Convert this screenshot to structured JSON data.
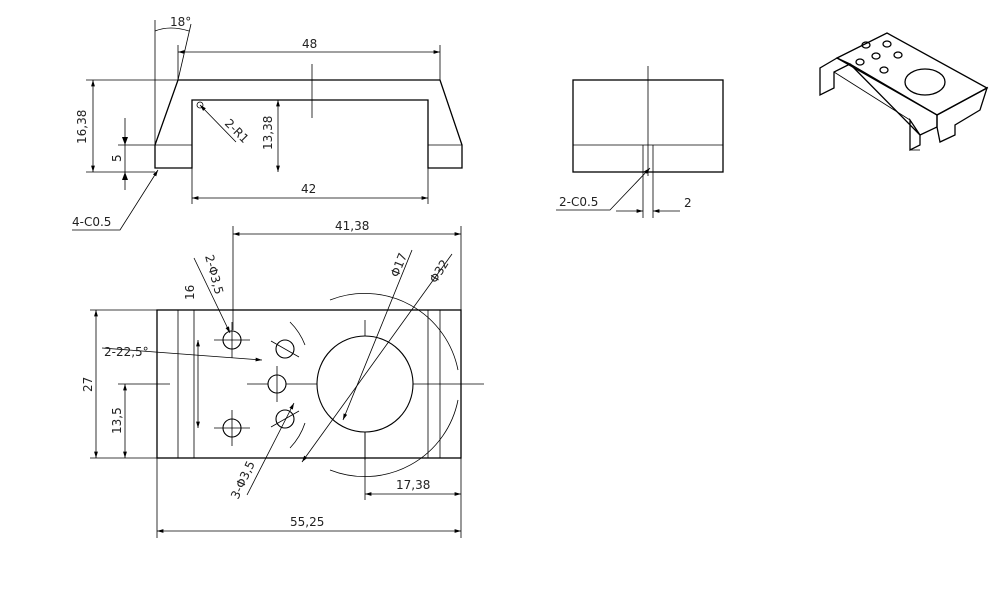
{
  "colors": {
    "line": "#000000",
    "background": "#ffffff"
  },
  "front_view": {
    "angle": "18°",
    "width_top": "48",
    "height_total": "16,38",
    "height_inner": "13,38",
    "foot_height": "5",
    "inner_width": "42",
    "fillet": "2-R1",
    "chamfer": "4-C0.5"
  },
  "side_view": {
    "chamfer": "2-C0.5",
    "slot_width": "2"
  },
  "top_view": {
    "offset": "41,38",
    "hole_small": "2-Φ3,5",
    "bore_inner": "Φ17",
    "bore_outer": "Φ32",
    "spacing": "16",
    "angle": "2-22,5°",
    "depth": "27",
    "half_depth": "13,5",
    "holes_three": "3-Φ3,5",
    "center_offset": "17,38",
    "length": "55,25"
  }
}
